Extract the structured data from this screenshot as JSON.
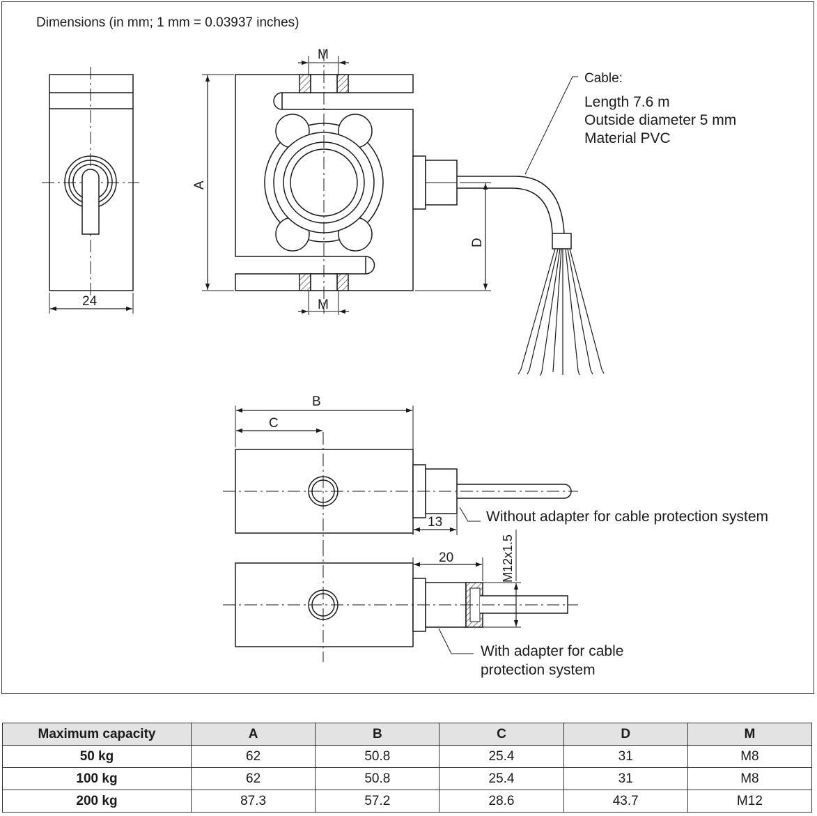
{
  "drawing": {
    "title": "Dimensions (in mm; 1 mm = 0.03937 inches)",
    "labels": {
      "m_top": "M",
      "m_bottom": "M",
      "a": "A",
      "d": "D",
      "w24": "24",
      "b": "B",
      "c": "C",
      "thirteen": "13",
      "twenty": "20",
      "thread": "M12x1.5"
    },
    "cable": {
      "heading": "Cable:",
      "length": "Length 7.6 m",
      "diameter": "Outside diameter 5 mm",
      "material": "Material PVC"
    },
    "without_adapter": "Without adapter for cable protection system",
    "with_adapter_line1": "With adapter for cable",
    "with_adapter_line2": "protection system"
  },
  "table": {
    "headers": [
      "Maximum capacity",
      "A",
      "B",
      "C",
      "D",
      "M"
    ],
    "rows": [
      {
        "capacity": "50 kg",
        "a": "62",
        "b": "50.8",
        "c": "25.4",
        "d": "31",
        "m": "M8"
      },
      {
        "capacity": "100 kg",
        "a": "62",
        "b": "50.8",
        "c": "25.4",
        "d": "31",
        "m": "M8"
      },
      {
        "capacity": "200 kg",
        "a": "87.3",
        "b": "57.2",
        "c": "28.6",
        "d": "43.7",
        "m": "M12"
      }
    ]
  }
}
